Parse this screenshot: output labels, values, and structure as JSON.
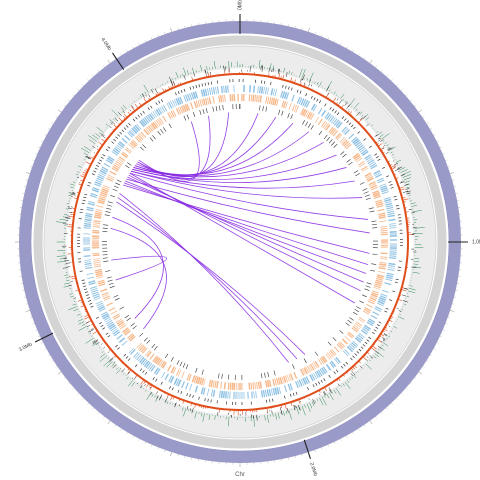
{
  "figure": {
    "title": "",
    "chromosome_label": "Chr",
    "position_markers": [
      {
        "label": "0Mb",
        "angle_deg": 0
      },
      {
        "label": "1.0Mb",
        "angle_deg": 90
      },
      {
        "label": "2.0Mb",
        "angle_deg": 162
      },
      {
        "label": "3.0Mb",
        "angle_deg": 244
      },
      {
        "label": "4.0Mb",
        "angle_deg": 326
      }
    ],
    "colors": {
      "ideogram": "#9a9ac8",
      "ideogram_stroke": "#8686bc",
      "gray_band": "#d4d4d4",
      "light_band": "#ececec",
      "gc_skew": "#2e8b57",
      "gene_density": "#e04e1c",
      "snp_marks": "#222222",
      "forward_genes": "#8fc1e3",
      "reverse_genes": "#f6b98c",
      "repeat_marks": "#333333",
      "links": "#8a2be2"
    },
    "links": [
      {
        "from_deg": 288,
        "to_deg": 150
      },
      {
        "from_deg": 290,
        "to_deg": 154
      },
      {
        "from_deg": 292,
        "to_deg": 158
      },
      {
        "from_deg": 296,
        "to_deg": 95
      },
      {
        "from_deg": 297,
        "to_deg": 100
      },
      {
        "from_deg": 298,
        "to_deg": 104
      },
      {
        "from_deg": 299,
        "to_deg": 86
      },
      {
        "from_deg": 300,
        "to_deg": 108
      },
      {
        "from_deg": 301,
        "to_deg": 112
      },
      {
        "from_deg": 302,
        "to_deg": 118
      },
      {
        "from_deg": 302,
        "to_deg": 80
      },
      {
        "from_deg": 303,
        "to_deg": 70
      },
      {
        "from_deg": 303,
        "to_deg": 62
      },
      {
        "from_deg": 304,
        "to_deg": 55
      },
      {
        "from_deg": 304,
        "to_deg": 48
      },
      {
        "from_deg": 305,
        "to_deg": 40
      },
      {
        "from_deg": 305,
        "to_deg": 32
      },
      {
        "from_deg": 306,
        "to_deg": 24
      },
      {
        "from_deg": 306,
        "to_deg": 16
      },
      {
        "from_deg": 307,
        "to_deg": 8
      },
      {
        "from_deg": 308,
        "to_deg": 355
      },
      {
        "from_deg": 308,
        "to_deg": 346
      },
      {
        "from_deg": 309,
        "to_deg": 338
      },
      {
        "from_deg": 276,
        "to_deg": 228
      },
      {
        "from_deg": 281,
        "to_deg": 234
      },
      {
        "from_deg": 262,
        "to_deg": 253
      }
    ]
  }
}
